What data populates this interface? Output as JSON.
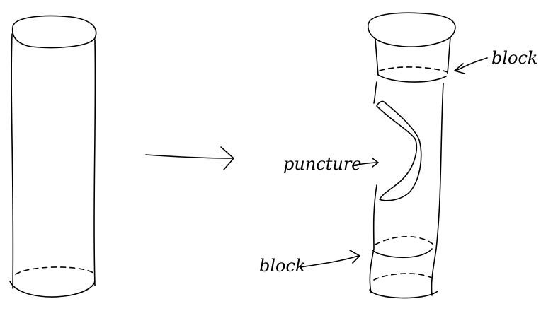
{
  "labels": {
    "block_top": "block",
    "puncture": "puncture",
    "block_bottom": "block"
  }
}
